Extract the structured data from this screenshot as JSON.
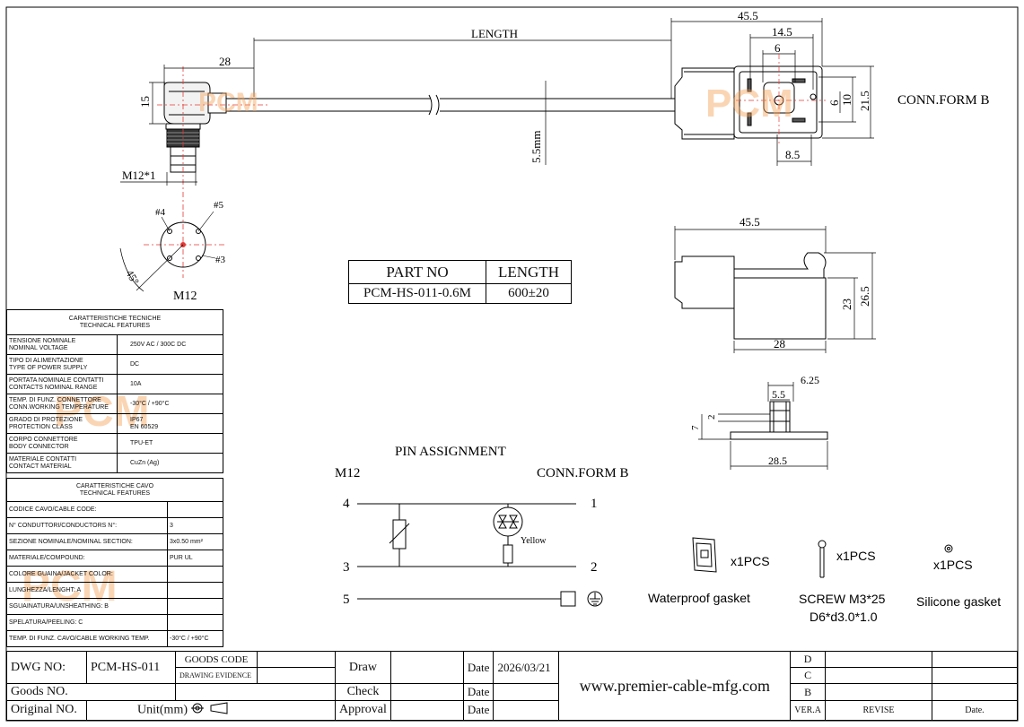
{
  "drawing": {
    "dim_length": "LENGTH",
    "dim_28_top": "28",
    "dim_15": "15",
    "dim_m12x1": "M12*1",
    "dim_55mm": "5.5mm",
    "dim_45_5_top": "45.5",
    "dim_14_5": "14.5",
    "dim_6_top": "6",
    "dim_10": "10",
    "dim_6_side": "6",
    "dim_21_5": "21.5",
    "dim_8_5": "8.5",
    "conn_form_b_top": "CONN.FORM B",
    "pin4": "#4",
    "pin5": "#5",
    "pin3": "#3",
    "angle_45": "45°",
    "m12_label": "M12",
    "dim_45_5_side": "45.5",
    "dim_23": "23",
    "dim_26_5": "26.5",
    "dim_28_side": "28",
    "dim_6_25": "6.25",
    "dim_5_5": "5.5",
    "dim_2": "2",
    "dim_7": "7",
    "dim_28_5": "28.5"
  },
  "part_table": {
    "headers": [
      "PART NO",
      "LENGTH"
    ],
    "row": [
      "PCM-HS-011-0.6M",
      "600±20"
    ]
  },
  "tech_features": {
    "title_it": "CARATTERISTICHE TECNICHE",
    "title_en": "TECHNICAL FEATURES",
    "rows": [
      {
        "it": "TENSIONE NOMINALE",
        "en": "NOMINAL VOLTAGE",
        "v1": "250V AC / 300C DC",
        "v2": ""
      },
      {
        "it": "TIPO DI ALIMENTAZIONE",
        "en": "TYPE OF POWER SUPPLY",
        "v1": "DC",
        "v2": ""
      },
      {
        "it": "PORTATA NOMINALE CONTATTI",
        "en": "CONTACTS NOMINAL RANGE",
        "v1": "10A",
        "v2": ""
      },
      {
        "it": "TEMP. DI FUNZ. CONNETTORE",
        "en": "CONN.WORKING TEMPERATURE",
        "v1": "-30°C / +90°C",
        "v2": ""
      },
      {
        "it": "GRADO DI PROTEZIONE",
        "en": "PROTECTION CLASS",
        "v1": "IP67",
        "v2": "EN 60529"
      },
      {
        "it": "CORPO CONNETTORE",
        "en": "BODY CONNECTOR",
        "v1": "TPU-ET",
        "v2": ""
      },
      {
        "it": "MATERIALE CONTATTI",
        "en": "CONTACT MATERIAL",
        "v1": "CuZn (Ag)",
        "v2": ""
      }
    ]
  },
  "cable_features": {
    "title_it": "CARATTERISTICHE CAVO",
    "title_en": "TECHNICAL FEATURES",
    "rows": [
      {
        "label": "CODICE CAVO/CABLE CODE:",
        "value": ""
      },
      {
        "label": "N° CONDUTTORI/CONDUCTORS N°:",
        "value": "3"
      },
      {
        "label": "SEZIONE NOMINALE/NOMINAL SECTION:",
        "value": "3x0.50 mm²"
      },
      {
        "label": "MATERIALE/COMPOUND:",
        "value": "PUR UL"
      },
      {
        "label": "COLORE GUAINA/JACKET COLOR:",
        "value": ""
      },
      {
        "label": "LUNGHEZZA/LENGHT: A",
        "value": ""
      },
      {
        "label": "SGUAINATURA/UNSHEATHING: B",
        "value": ""
      },
      {
        "label": "SPELATURA/PEELING: C",
        "value": ""
      },
      {
        "label": "TEMP. DI FUNZ. CAVO/CABLE WORKING TEMP.",
        "value": "-30°C / +90°C"
      }
    ]
  },
  "pin_assignment": {
    "title": "PIN   ASSIGNMENT",
    "left_label": "M12",
    "right_label": "CONN.FORM B",
    "p4": "4",
    "p3": "3",
    "p5": "5",
    "p1": "1",
    "p2": "2",
    "led_color": "Yellow"
  },
  "accessories": [
    {
      "qty": "x1PCS",
      "name": "Waterproof gasket",
      "name2": ""
    },
    {
      "qty": "x1PCS",
      "name": "SCREW M3*25",
      "name2": "D6*d3.0*1.0"
    },
    {
      "qty": "x1PCS",
      "name": "Silicone gasket",
      "name2": ""
    }
  ],
  "title_block": {
    "dwg_no_label": "DWG NO:",
    "dwg_no": "PCM-HS-011",
    "goods_code": "GOODS CODE",
    "drawing_evidence": "DRAWING EVIDENCE",
    "goods_no_label": "Goods NO.",
    "original_no_label": "Original NO.",
    "unit": "Unit(mm)",
    "draw": "Draw",
    "check": "Check",
    "approval": "Approval",
    "date_label": "Date",
    "date_value": "2026/03/21",
    "website": "www.premier-cable-mfg.com",
    "rev_d": "D",
    "rev_c": "C",
    "rev_b": "B",
    "ver_a": "VER.A",
    "revise": "REVISE",
    "date_col": "Date."
  },
  "watermark": "PCM",
  "colors": {
    "watermark": "#f6a35a",
    "centerline": "#e53935",
    "line": "#000000"
  }
}
